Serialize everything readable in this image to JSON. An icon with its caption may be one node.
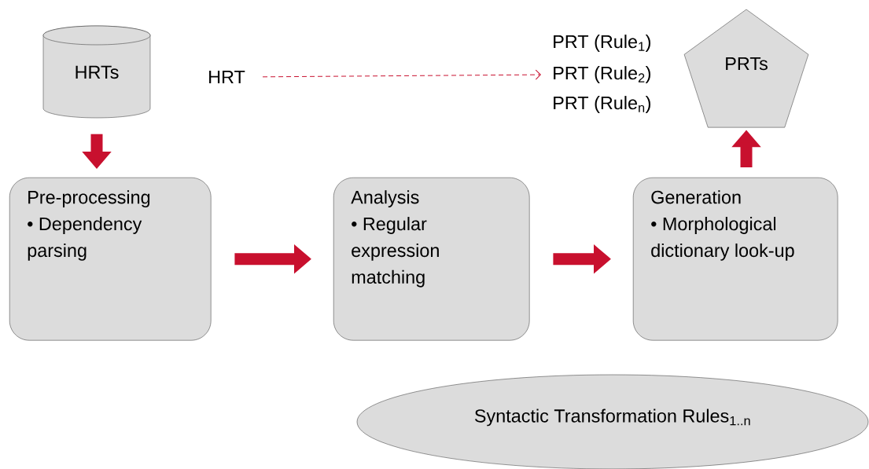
{
  "diagram": {
    "nodes": [
      {
        "text": [
          "HRTs"
        ]
      },
      {
        "text": [
          "Pre-processing",
          "• Dependency parsing"
        ]
      },
      {
        "text": [
          "Analysis",
          "• Regular expression matching"
        ]
      },
      {
        "text": [
          "Generation",
          "• Morphological dictionary look-up"
        ]
      },
      {
        "text": [
          "PRTs"
        ]
      },
      {
        "text": [
          "HRT"
        ]
      },
      {
        "text": [
          "PRT (Rule$_{1}$)"
        ]
      },
      {
        "text": [
          "PRT (Rule$_{2}$)"
        ]
      },
      {
        "text": [
          "PRT (Rule$_{n}$)"
        ]
      },
      {
        "text": [
          "Syntactic Transformation Rules$_{1..n}$"
        ]
      }
    ],
    "edges": [
      {
        "from": 0,
        "to": 1,
        "arrow": "to"
      },
      {
        "from": 1,
        "to": 2,
        "arrow": "to"
      },
      {
        "from": 2,
        "to": 3,
        "arrow": "to"
      },
      {
        "from": 3,
        "to": 4,
        "arrow": "to"
      },
      {
        "from": 5,
        "to": 7,
        "arrow": "to",
        "style": "dashed"
      }
    ]
  }
}
